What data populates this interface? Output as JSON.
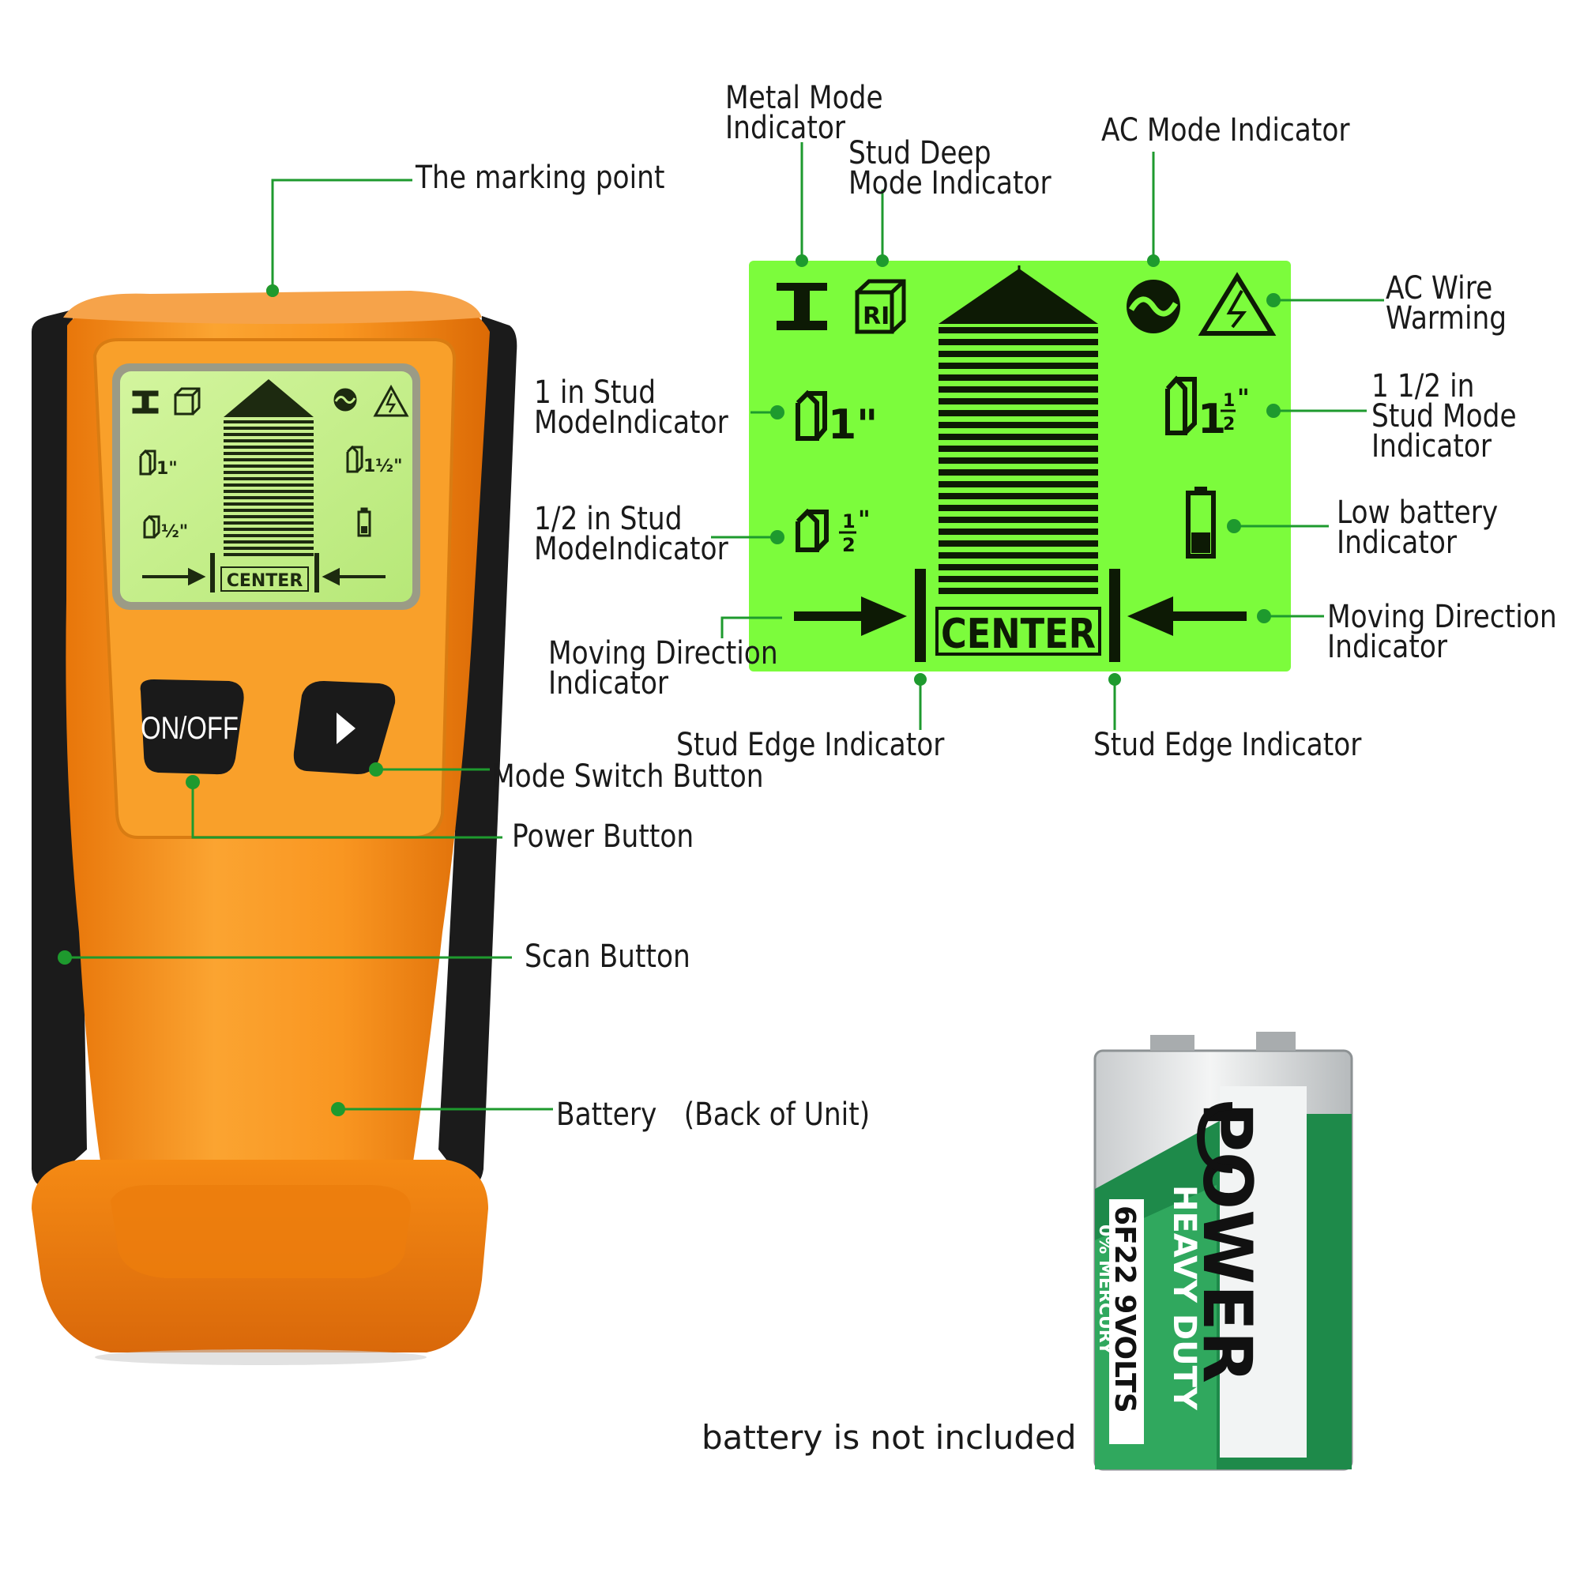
{
  "device": {
    "power_button": "ON/OFF",
    "screen_center": "CENTER",
    "screen_1in": "1\"",
    "screen_1_5in": "1½\"",
    "screen_half": "½\""
  },
  "lcd": {
    "center": "CENTER",
    "one_inch": "1\"",
    "one_half_whole": "1",
    "one_half_frac_num": "1",
    "one_half_frac_den": "2",
    "half_num": "1",
    "half_den": "2",
    "inch_mark": "\"",
    "stud_deep_letters": "RI"
  },
  "labels": {
    "marking_point": "The marking point",
    "metal_mode": [
      "Metal Mode",
      "Indicator"
    ],
    "stud_deep": [
      "Stud Deep",
      "Mode Indicator"
    ],
    "ac_mode": "AC Mode Indicator",
    "ac_wire": [
      "AC Wire",
      "Warming"
    ],
    "one_in_stud": [
      "1 in Stud",
      "ModeIndicator"
    ],
    "one_half_in_stud": [
      "1 1/2 in",
      "Stud Mode",
      "Indicator"
    ],
    "half_in_stud": [
      "1/2 in Stud",
      "ModeIndicator"
    ],
    "low_battery": [
      "Low battery",
      "Indicator"
    ],
    "moving_left": [
      "Moving Direction",
      "Indicator"
    ],
    "moving_right": [
      "Moving Direction",
      "Indicator"
    ],
    "stud_edge_left": "Stud Edge Indicator",
    "stud_edge_right": "Stud Edge Indicator",
    "mode_switch": "Mode Switch Button",
    "power_button": "Power Button",
    "scan_button": "Scan Button",
    "battery_back": "Battery　(Back of Unit)"
  },
  "battery": {
    "brand": "POWER",
    "type": "HEAVY DUTY",
    "model": "6F22 9VOLTS",
    "mercury": "0% MERCURY"
  },
  "note": "battery is not included",
  "colors": {
    "device_orange": "#f7941d",
    "device_black": "#1b1b1b",
    "lcd_green": "#7cfc3c",
    "screen_green": "#c6f08a",
    "leader_green": "#1e9a2e",
    "battery_green": "#1e8a4a"
  }
}
